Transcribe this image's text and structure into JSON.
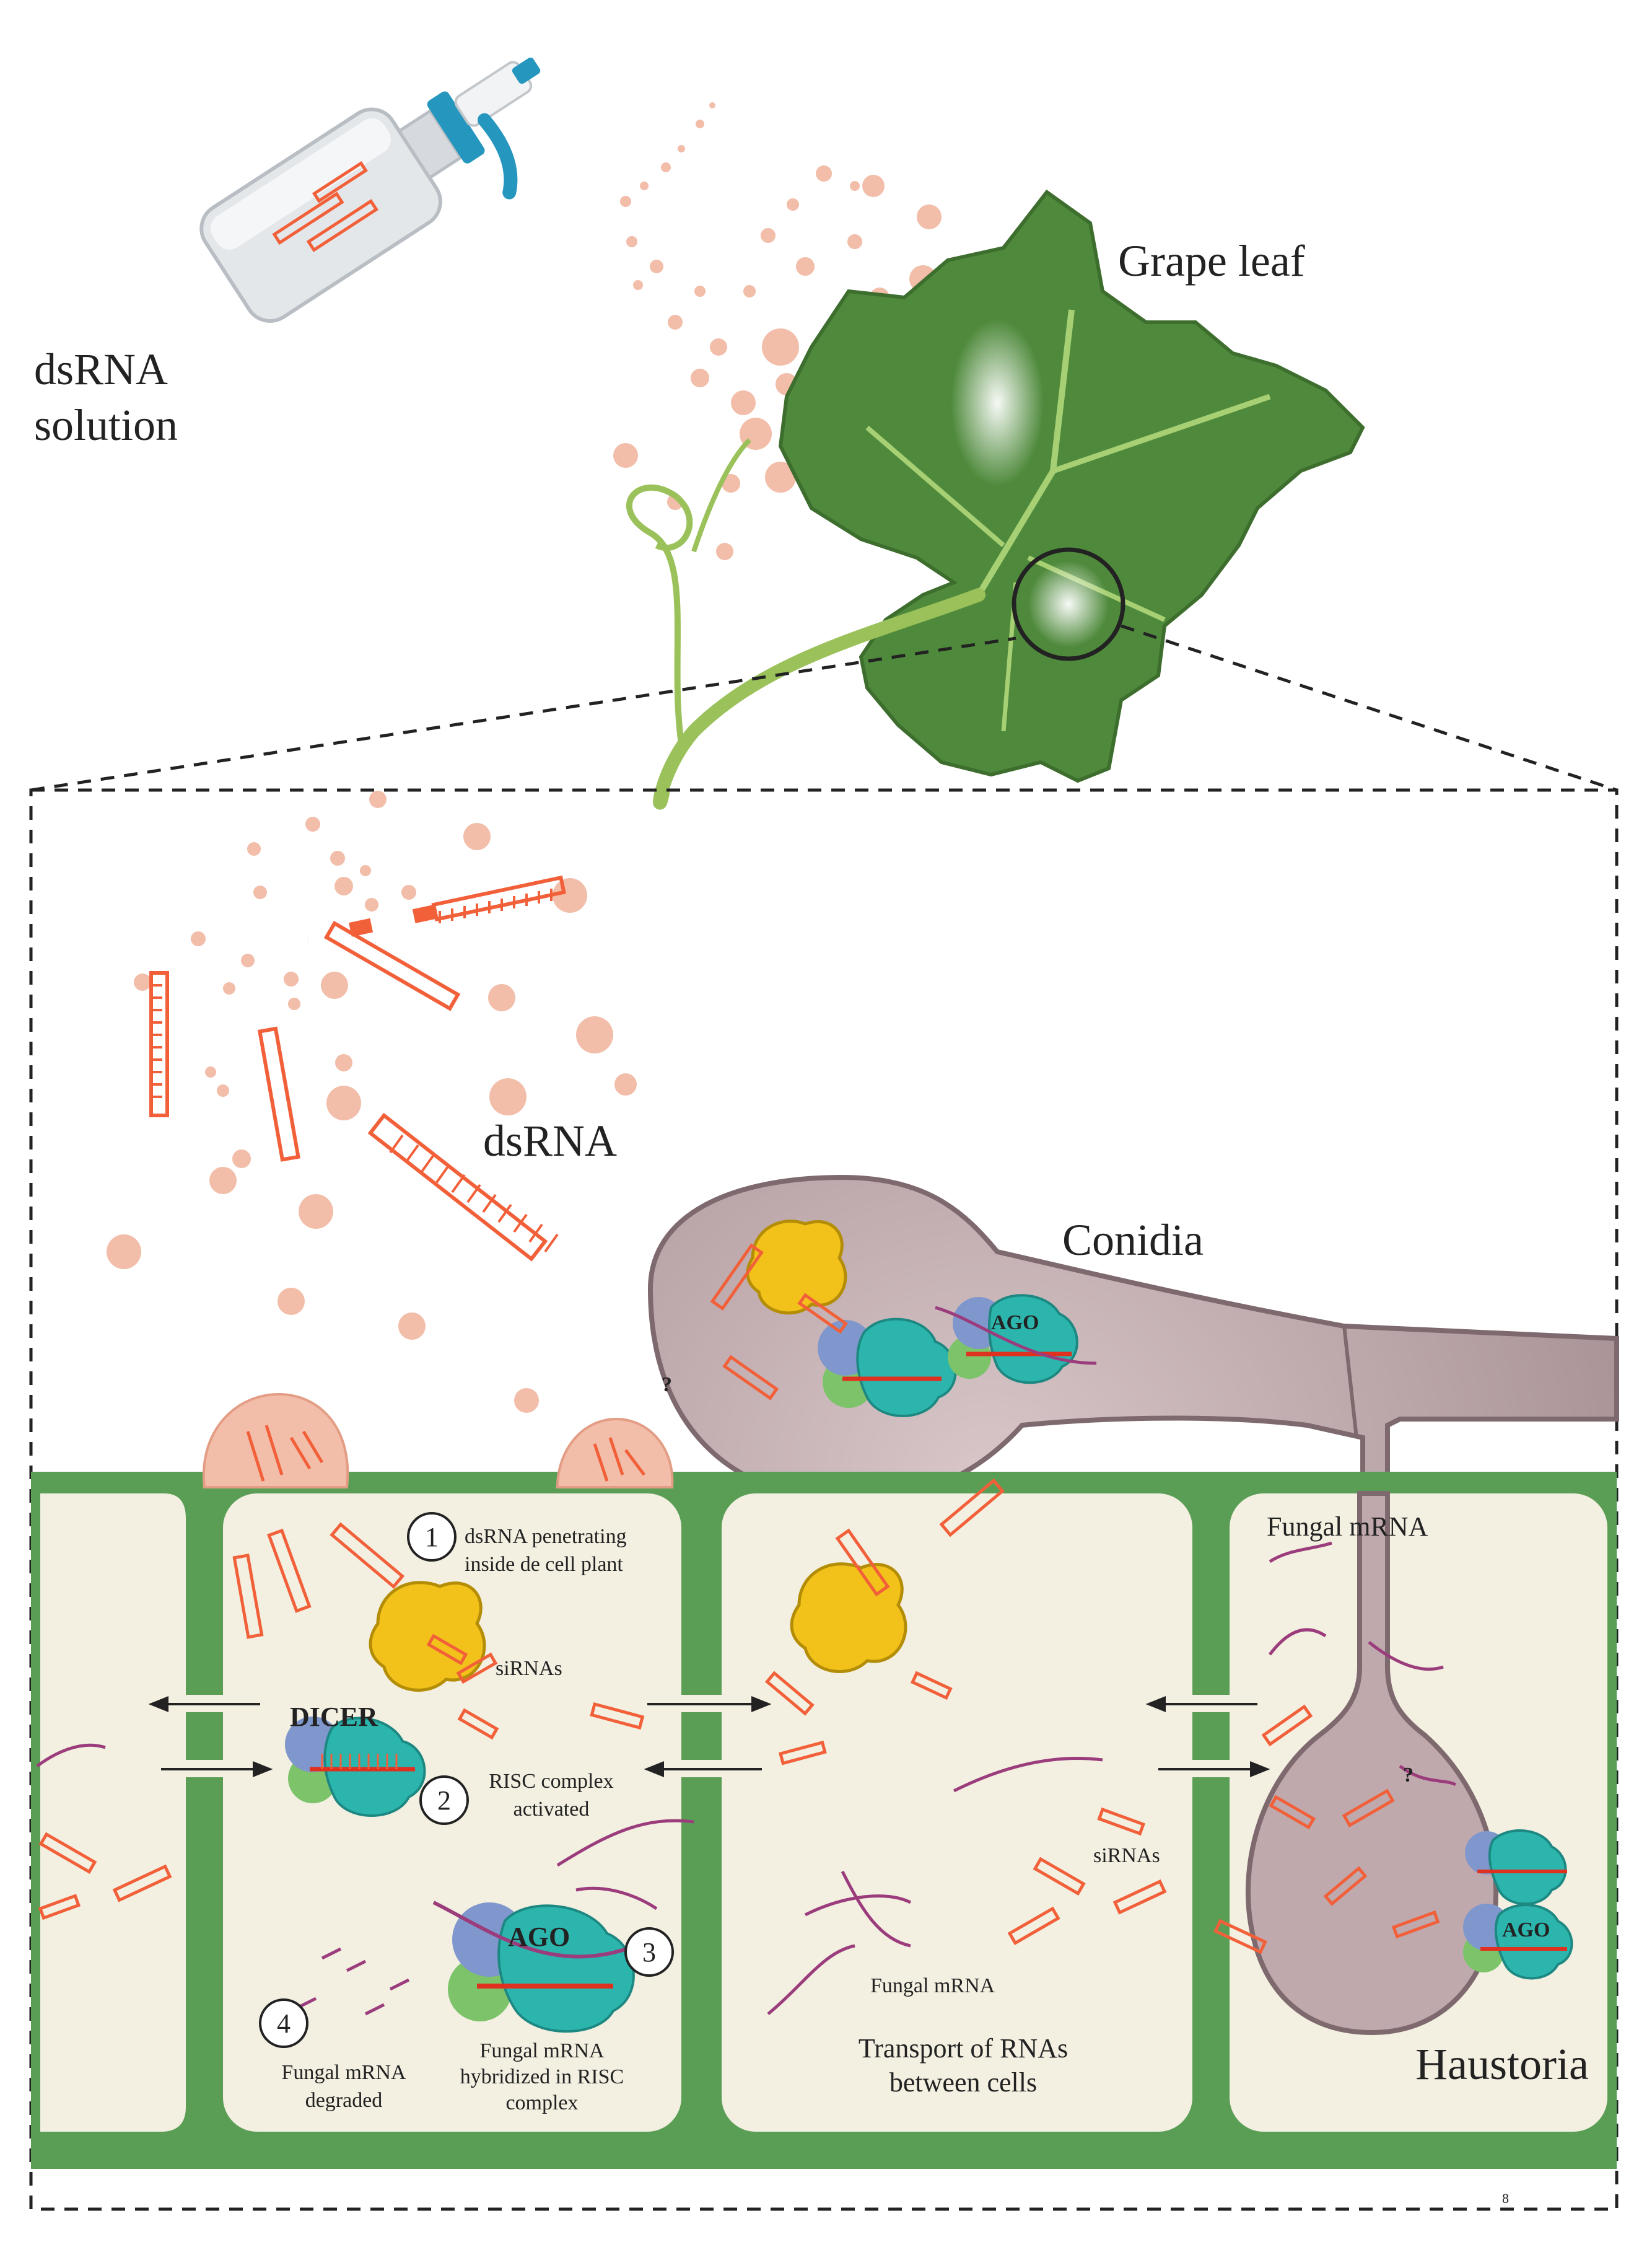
{
  "labels": {
    "dsrna_solution_line1": "dsRNA",
    "dsrna_solution_line2": "solution",
    "grape_leaf": "Grape leaf",
    "dsrna": "dsRNA",
    "conidia": "Conidia",
    "haustoria": "Haustoria",
    "dicer": "DICER",
    "ago": "AGO",
    "question_mark": "?",
    "sirnas": "siRNAs",
    "fungal_mrna": "Fungal mRNA",
    "transport_line1": "Transport of RNAs",
    "transport_line2": "between cells",
    "page_marker": "8"
  },
  "steps": [
    {
      "number": "1",
      "line1": "dsRNA penetrating",
      "line2": "inside de cell plant"
    },
    {
      "number": "2",
      "line1": "RISC complex",
      "line2": "activated"
    },
    {
      "number": "3",
      "line1": "Fungal mRNA",
      "line2": "hybridized in RISC",
      "line3": "complex"
    },
    {
      "number": "4",
      "line1": "Fungal mRNA",
      "line2": "degraded"
    }
  ],
  "colors": {
    "cell_wall": "#5a9e55",
    "cytoplasm": "#f3efe1",
    "leaf": "#4f8a3c",
    "fungus": "#b8a0a4",
    "dicer": "#f2c21b",
    "risc_teal": "#2bb5ad",
    "risc_blue": "#7f97cc",
    "risc_green": "#7cc36a",
    "dsrna": "#f2603a",
    "droplet": "#f2bda9",
    "mrna": "#9b3c7c"
  }
}
